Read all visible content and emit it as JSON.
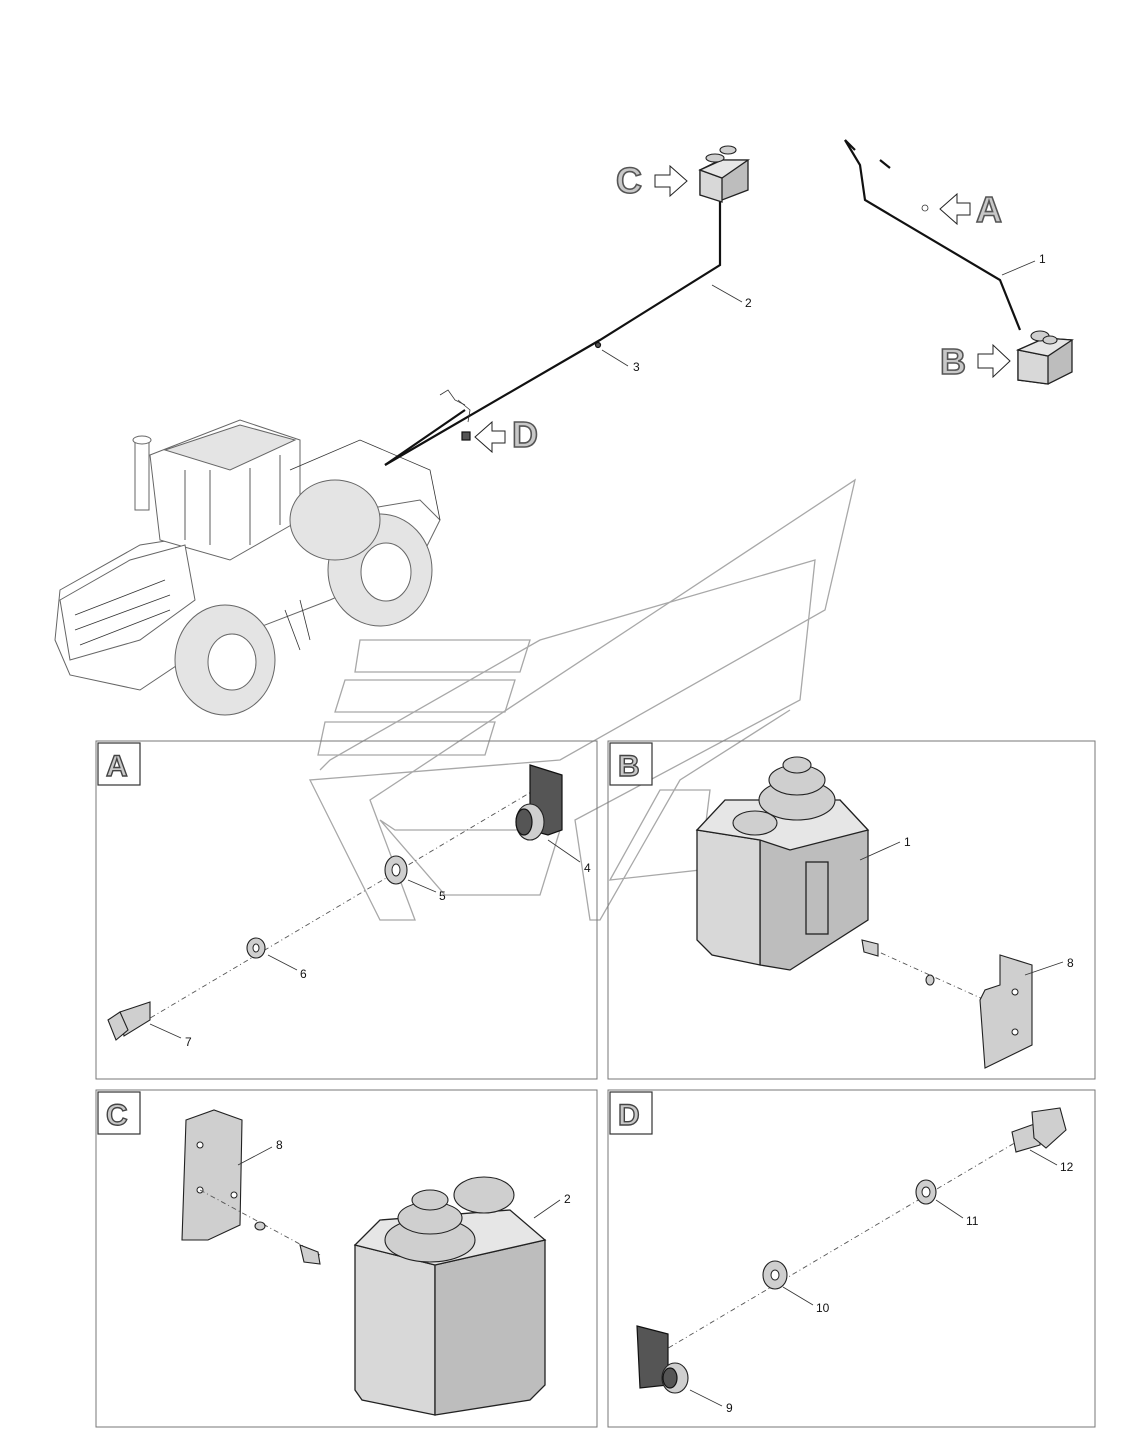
{
  "callouts": {
    "a": "A",
    "b": "B",
    "c": "C",
    "d": "D"
  },
  "panels": {
    "a_label": "A",
    "b_label": "B",
    "c_label": "C",
    "d_label": "D"
  },
  "overview_numbers": {
    "n1": "1",
    "n2": "2",
    "n3": "3"
  },
  "panel_a_numbers": {
    "n4": "4",
    "n5": "5",
    "n6": "6",
    "n7": "7"
  },
  "panel_b_numbers": {
    "n1": "1",
    "n8": "8"
  },
  "panel_c_numbers": {
    "n8": "8",
    "n2": "2"
  },
  "panel_d_numbers": {
    "n12": "12",
    "n11": "11",
    "n10": "10",
    "n9": "9"
  },
  "colors": {
    "callout_fill": "#c8c8c8",
    "tank_fill": "#d8d8d8",
    "watermark": "#a8a8a8"
  }
}
